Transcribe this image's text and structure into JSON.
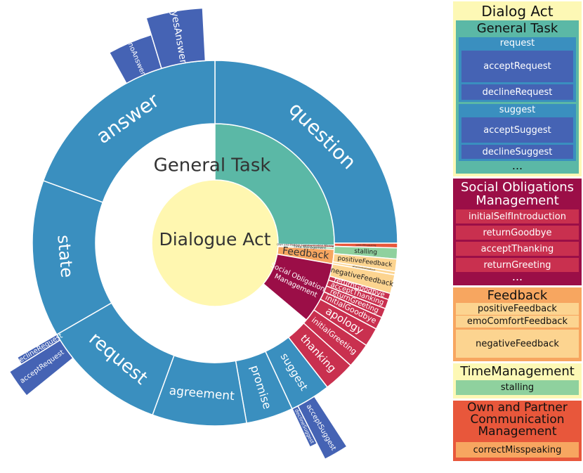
{
  "colors": {
    "core": "#fff7b0",
    "general_task": "#5bb8a6",
    "branch_blue": "#3a8fbf",
    "leaf_blue": "#4563b4",
    "social": "#9b0e47",
    "social_leaf": "#c9304f",
    "feedback": "#f7a660",
    "feedback_leaf": "#fcd490",
    "time": "#8fd19e",
    "own_partner": "#e8573b",
    "panel_bg": "#fdf8b5"
  },
  "diagram": {
    "center_label": "Dialogue Act",
    "ring1": [
      {
        "name": "general_task",
        "label": "General Task",
        "start": 0,
        "end": 91
      },
      {
        "name": "own_partner",
        "label": "Own and Partner Communication Management",
        "start": 91,
        "end": 92
      },
      {
        "name": "time",
        "label": "Time Management",
        "start": 92,
        "end": 93
      },
      {
        "name": "feedback",
        "label": "Feedback",
        "start": 93,
        "end": 100
      },
      {
        "name": "social",
        "label": "Social Obligations Management",
        "start": 100,
        "end": 130
      }
    ],
    "ring2": [
      {
        "label": "question",
        "parent": "general_task",
        "start": 0,
        "end": 90
      },
      {
        "label": "correctMisspeaking",
        "parent": "own_partner",
        "start": 90,
        "end": 91.5
      },
      {
        "label": "stalling",
        "parent": "time",
        "start": 91.5,
        "end": 95
      },
      {
        "label": "positiveFeedback",
        "parent": "feedback",
        "start": 95,
        "end": 99
      },
      {
        "label": "emoComfortFeedback",
        "parent": "feedback",
        "start": 99,
        "end": 100
      },
      {
        "label": "negativeFeedback",
        "parent": "feedback",
        "start": 100,
        "end": 106
      },
      {
        "label": "returnGoodbye",
        "parent": "social",
        "start": 106,
        "end": 108
      },
      {
        "label": "acceptThanking",
        "parent": "social",
        "start": 108,
        "end": 111
      },
      {
        "label": "returnGreeting",
        "parent": "social",
        "start": 111,
        "end": 114
      },
      {
        "label": "initialGoodbye",
        "parent": "social",
        "start": 114,
        "end": 118
      },
      {
        "label": "apology",
        "parent": "social",
        "start": 118,
        "end": 124
      },
      {
        "label": "initialGreeting",
        "parent": "social",
        "start": 124,
        "end": 132
      },
      {
        "label": "thanking",
        "parent": "social",
        "start": 132,
        "end": 142
      },
      {
        "label": "suggest",
        "parent": "general_task",
        "start": 142,
        "end": 155
      },
      {
        "label": "promise",
        "parent": "general_task",
        "start": 155,
        "end": 170
      },
      {
        "label": "agreement",
        "parent": "general_task",
        "start": 170,
        "end": 200
      },
      {
        "label": "request",
        "parent": "general_task",
        "start": 200,
        "end": 240
      },
      {
        "label": "state",
        "parent": "general_task",
        "start": 240,
        "end": 290
      },
      {
        "label": "answer",
        "parent": "general_task",
        "start": 290,
        "end": 360
      }
    ],
    "ring3": [
      {
        "label": "acceptSuggest",
        "parent": "suggest",
        "start": 147,
        "end": 153
      },
      {
        "label": "declineSuggest",
        "parent": "suggest",
        "start": 153,
        "end": 155
      },
      {
        "label": "acceptRequest",
        "parent": "request",
        "start": 231,
        "end": 238
      },
      {
        "label": "declineRequest",
        "parent": "request",
        "start": 238,
        "end": 240
      },
      {
        "label": "noAnswer",
        "parent": "answer",
        "start": 331,
        "end": 343
      },
      {
        "label": "yesAnswer",
        "parent": "answer",
        "start": 343,
        "end": 357
      }
    ]
  },
  "legend": {
    "title": "Dialog Act",
    "groups": [
      {
        "title": "General Task",
        "subgroups": [
          {
            "title": "request",
            "items": [
              "acceptRequest",
              "declineRequest"
            ]
          },
          {
            "title": "suggest",
            "items": [
              "acceptSuggest",
              "declineSuggest"
            ]
          }
        ],
        "ellipsis": "..."
      },
      {
        "title": "Social Obligations Management",
        "items": [
          "initialSelfIntroduction",
          "returnGoodbye",
          "acceptThanking",
          "returnGreeting"
        ],
        "ellipsis": "..."
      },
      {
        "title": "Feedback",
        "items": [
          "positiveFeedback",
          "emoComfortFeedback",
          "negativeFeedback"
        ]
      },
      {
        "title": "TimeManagement",
        "items": [
          "stalling"
        ]
      },
      {
        "title": "Own and Partner Communication Management",
        "items": [
          "correctMisspeaking"
        ]
      }
    ]
  }
}
